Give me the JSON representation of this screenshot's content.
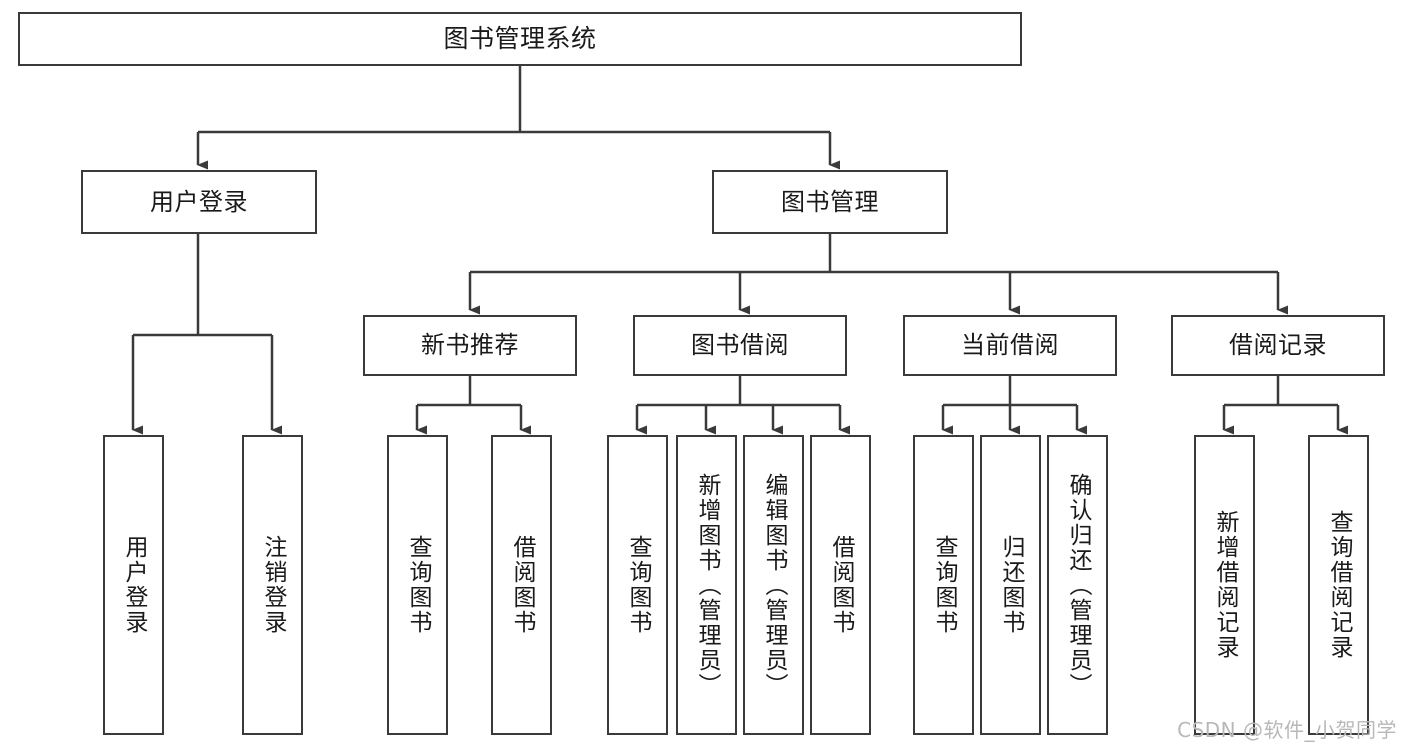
{
  "diagram": {
    "title": "图书管理系统",
    "watermark": "CSDN @软件_小贺同学",
    "stroke_color": "#3a3a3a",
    "background_color": "#ffffff",
    "text_color": "#1a1a1a",
    "levels": {
      "root": "图书管理系统",
      "level2": [
        "用户登录",
        "图书管理"
      ],
      "level3": [
        "新书推荐",
        "图书借阅",
        "当前借阅",
        "借阅记录"
      ],
      "leaves": [
        "用户登录",
        "注销登录",
        "查询图书",
        "借阅图书",
        "查询图书",
        "新增图书（管理员）",
        "编辑图书（管理员）",
        "借阅图书",
        "查询图书",
        "归还图书",
        "确认归还（管理员）",
        "新增借阅记录",
        "查询借阅记录"
      ]
    },
    "nodes": {
      "root": {
        "label": "图书管理系统"
      },
      "user_login": {
        "label": "用户登录"
      },
      "book_mgmt": {
        "label": "图书管理"
      },
      "new_book_rec": {
        "label": "新书推荐"
      },
      "book_borrow": {
        "label": "图书借阅"
      },
      "current_borrow": {
        "label": "当前借阅"
      },
      "borrow_record": {
        "label": "借阅记录"
      },
      "leaf_user_login": {
        "label": "用户登录"
      },
      "leaf_logout": {
        "label": "注销登录"
      },
      "leaf_query_book_1": {
        "label": "查询图书"
      },
      "leaf_borrow_book_1": {
        "label": "借阅图书"
      },
      "leaf_query_book_2": {
        "label": "查询图书"
      },
      "leaf_add_book": {
        "label": "新增图书（管理员）"
      },
      "leaf_edit_book": {
        "label": "编辑图书（管理员）"
      },
      "leaf_borrow_book_2": {
        "label": "借阅图书"
      },
      "leaf_query_book_3": {
        "label": "查询图书"
      },
      "leaf_return_book": {
        "label": "归还图书"
      },
      "leaf_confirm_return": {
        "label": "确认归还（管理员）"
      },
      "leaf_add_record": {
        "label": "新增借阅记录"
      },
      "leaf_query_record": {
        "label": "查询借阅记录"
      }
    }
  }
}
